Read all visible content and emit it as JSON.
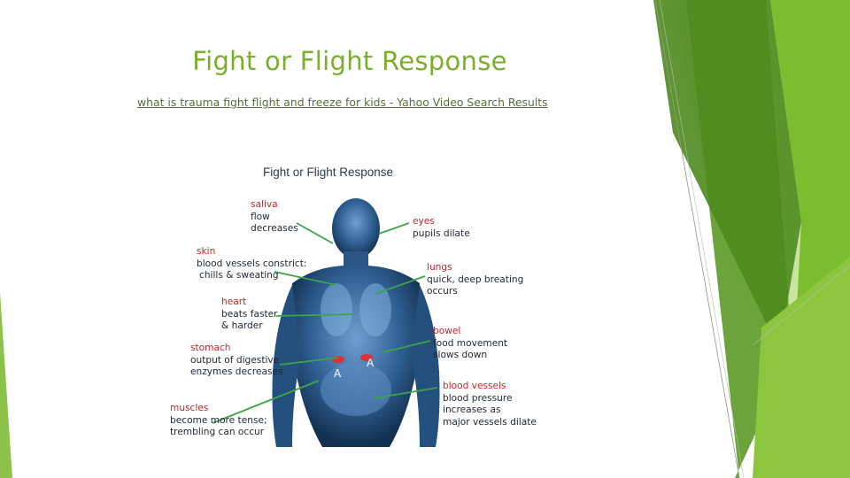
{
  "slide": {
    "title": "Fight or Flight Response",
    "link_text": "what is trauma fight flight and freeze for kids - Yahoo Video Search Results"
  },
  "figure": {
    "title": "Fight or Flight Response",
    "labels": {
      "saliva": {
        "head": "saliva",
        "lines": [
          "flow",
          "decreases"
        ]
      },
      "skin": {
        "head": "skin",
        "lines": [
          "blood vessels constrict:",
          "chills & sweating"
        ]
      },
      "heart": {
        "head": "heart",
        "lines": [
          "beats faster",
          "& harder"
        ]
      },
      "stomach": {
        "head": "stomach",
        "lines": [
          "output of digestive",
          "enzymes decreases"
        ]
      },
      "muscles": {
        "head": "muscles",
        "lines": [
          "become more tense;",
          "trembling can occur"
        ]
      },
      "eyes": {
        "head": "eyes",
        "lines": [
          "pupils dilate"
        ]
      },
      "lungs": {
        "head": "lungs",
        "lines": [
          "quick, deep breating",
          "occurs"
        ]
      },
      "bowel": {
        "head": "bowel",
        "lines": [
          "food movement",
          "slows down"
        ]
      },
      "blood_vessels": {
        "head": "blood vessels",
        "lines": [
          "blood pressure",
          "increases as",
          "major vessels dilate"
        ]
      }
    },
    "adrenal_markers": [
      "A",
      "A"
    ]
  },
  "colors": {
    "title_green": "#7aae2c",
    "accent_dark_green": "#4f8a1f",
    "accent_light_green": "#c9e3a0",
    "label_red": "#c8262b",
    "body_blue": "#3b6a9c",
    "pointer_green": "#3fa34a"
  }
}
